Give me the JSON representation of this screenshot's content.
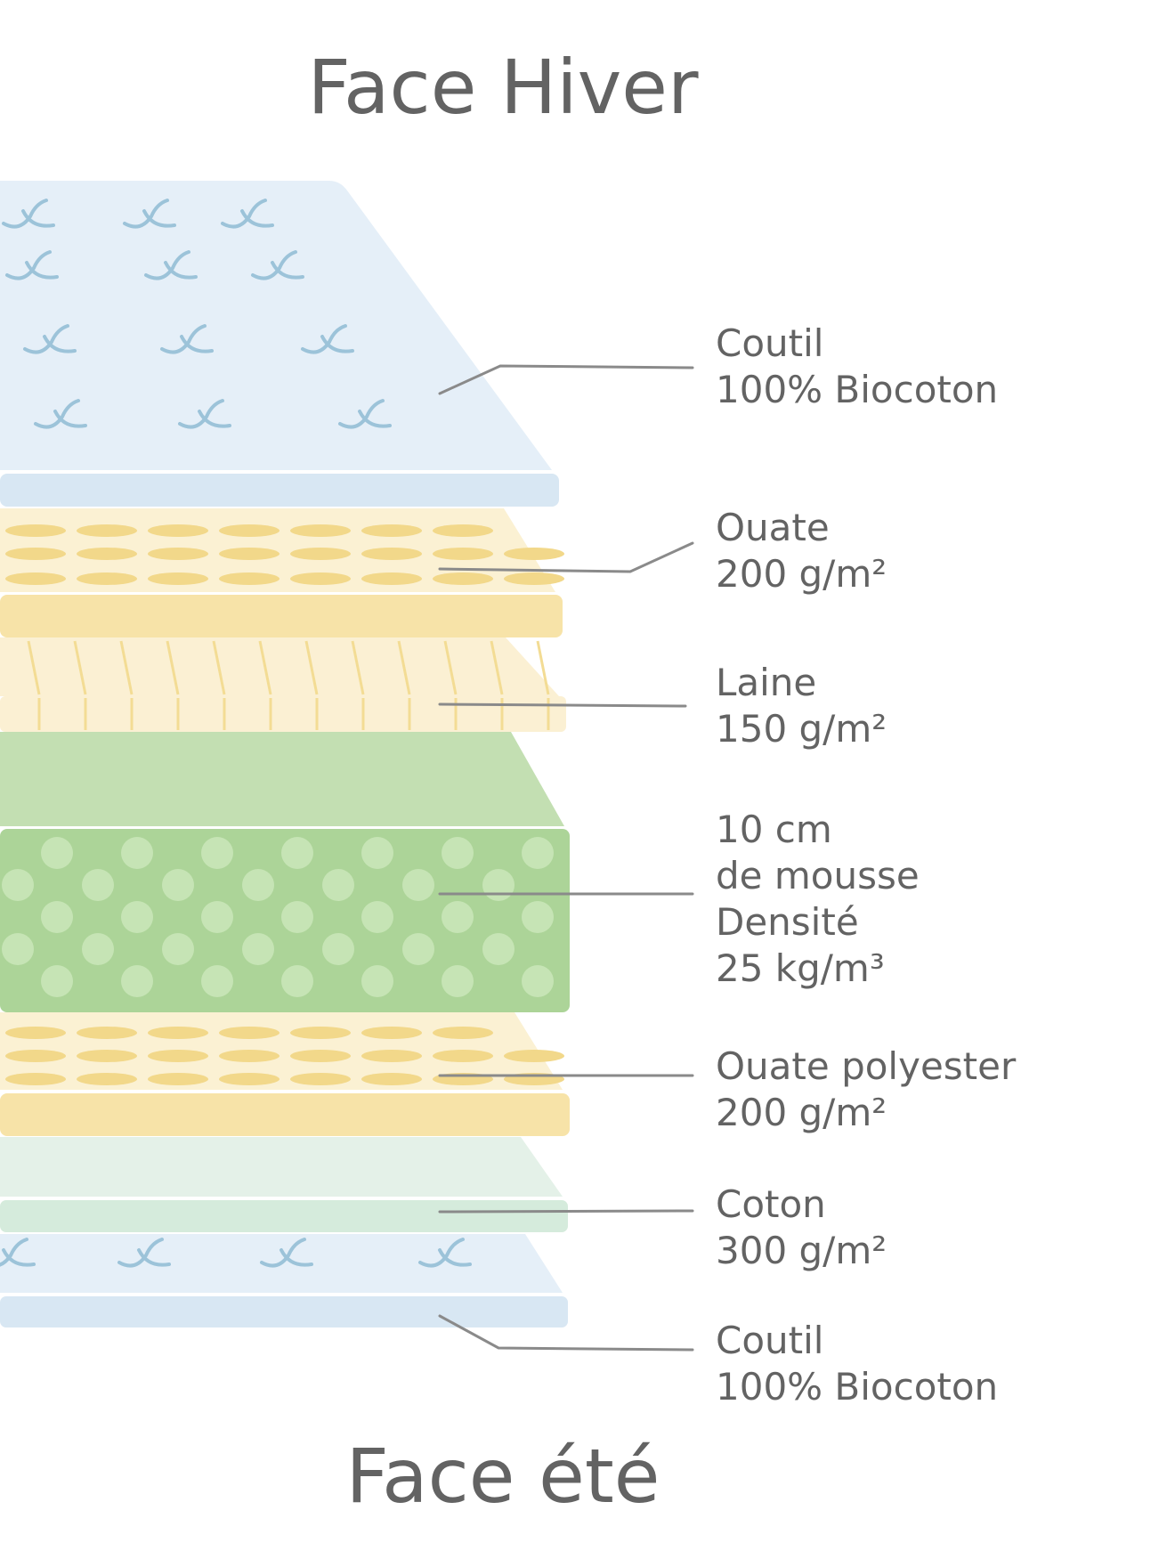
{
  "header": {
    "title": "Face Hiver"
  },
  "footer": {
    "title": "Face été"
  },
  "layers": [
    {
      "lines": [
        "Coutil",
        "100% Biocoton"
      ]
    },
    {
      "lines": [
        "Ouate",
        "200 g/m²"
      ]
    },
    {
      "lines": [
        "Laine",
        "150 g/m²"
      ]
    },
    {
      "lines": [
        "10 cm",
        "de mousse",
        "Densité",
        "25 kg/m³"
      ]
    },
    {
      "lines": [
        "Ouate polyester",
        "200 g/m²"
      ]
    },
    {
      "lines": [
        "Coton",
        "300 g/m²"
      ]
    },
    {
      "lines": [
        "Coutil",
        "100% Biocoton"
      ]
    }
  ],
  "colors": {
    "text": "#636363",
    "ticking_top": "#e5eff8",
    "ticking_side": "#d8e7f3",
    "ticking_motif": "#9cc3d9",
    "wadding_top": "#fbf1d3",
    "wadding_side": "#f7e3a8",
    "wadding_motif": "#f2d88a",
    "wool_top": "#fbf0d3",
    "wool_stripe": "#f3dc94",
    "foam_top": "#c3dfb2",
    "foam_side": "#acd498",
    "foam_dot": "#c6e4b5",
    "cotton_top": "#e4f1e8",
    "cotton_side": "#d5ebdc",
    "leader": "#8a8a8a"
  }
}
